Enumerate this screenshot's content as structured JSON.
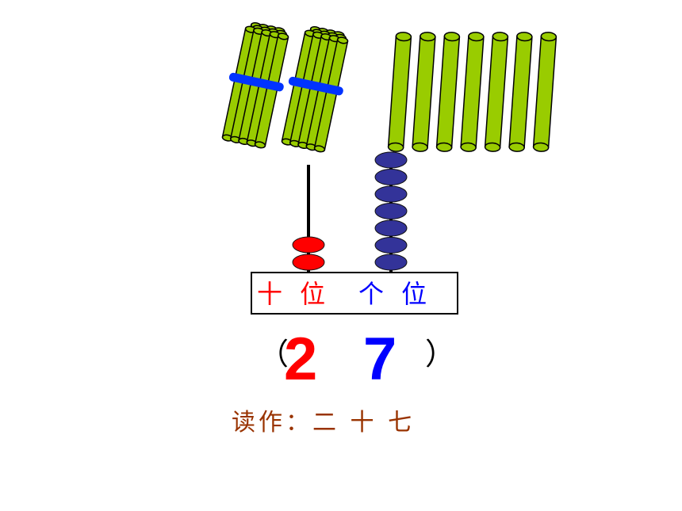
{
  "colors": {
    "stick_fill": "#99cc00",
    "stick_stroke": "#000000",
    "band": "#0033ff",
    "tens_bead": "#ff0000",
    "ones_bead": "#333399",
    "tens_text": "#ff0000",
    "ones_text": "#0000ff",
    "reading_text": "#993300"
  },
  "counting_sticks": {
    "bundles_of_ten": 2,
    "single_sticks": 7
  },
  "abacus": {
    "tens_beads": 2,
    "ones_beads": 7
  },
  "place_value_box": {
    "tens_label": "十 位",
    "ones_label": "个 位"
  },
  "number": {
    "open_paren": "（",
    "tens_digit": "2",
    "ones_digit": "7",
    "close_paren": "）"
  },
  "reading": "读作：二 十 七"
}
